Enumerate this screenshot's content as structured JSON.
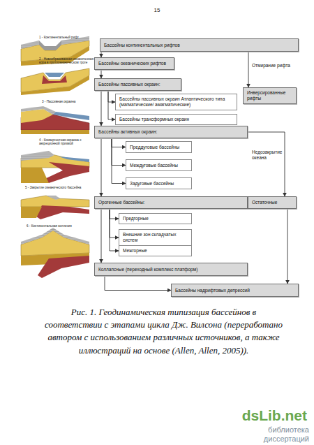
{
  "diagram": {
    "caption": "Рис. 1. Геодинамическая типизация бассейнов в соответствии с этапами цикла Дж. Вилсона (переработано автором с использованием различных источников, а также иллюстраций на основе (Allen, Allen, 2005)).",
    "nodes": [
      {
        "text": [
          "Бассейны континентальных рифтов"
        ]
      },
      {
        "text": [
          "Бассейны океанических рифтов"
        ]
      },
      {
        "text": [
          "Бассейны пассивных окраин:"
        ]
      },
      {
        "text": [
          "Бассейны пассивных окраин Атлантического типа (магматические/ амагматические)"
        ]
      },
      {
        "text": [
          "Бассейны трансформных окраин"
        ]
      },
      {
        "text": [
          "Инверсированные рифты"
        ]
      },
      {
        "text": [
          "Бассейны активных окраин:"
        ]
      },
      {
        "text": [
          "Преддуговые бассейны"
        ]
      },
      {
        "text": [
          "Междуговые бассейны"
        ]
      },
      {
        "text": [
          "Задуговые бассейны"
        ]
      },
      {
        "text": [
          "Орогенные бассейны:"
        ]
      },
      {
        "text": [
          "Остаточные"
        ]
      },
      {
        "text": [
          "Предгорные"
        ]
      },
      {
        "text": [
          "Внешние зон складчатых систем"
        ]
      },
      {
        "text": [
          "Межгорные"
        ]
      },
      {
        "text": [
          "Коллапсные (переходный комплекс платформ)"
        ]
      },
      {
        "text": [
          "Бассейны надрифтовых депрессий"
        ]
      }
    ],
    "edges": [
      {
        "from": 0,
        "to": 1,
        "arrow": "to"
      },
      {
        "from": 1,
        "to": 2,
        "arrow": "to"
      },
      {
        "from": 2,
        "to": 3,
        "arrow": "to"
      },
      {
        "from": 2,
        "to": 4,
        "arrow": "to"
      },
      {
        "from": 0,
        "to": 5,
        "label": "Отмирание рифта",
        "arrow": "to"
      },
      {
        "from": 2,
        "to": 6,
        "arrow": "to"
      },
      {
        "from": 6,
        "to": 7,
        "arrow": "to"
      },
      {
        "from": 6,
        "to": 8,
        "arrow": "to"
      },
      {
        "from": 6,
        "to": 9,
        "arrow": "to"
      },
      {
        "from": 6,
        "to": 10,
        "arrow": "to"
      },
      {
        "from": 6,
        "to": 11,
        "label": "Недозакрытие океана",
        "arrow": "to"
      },
      {
        "from": 10,
        "to": 12,
        "arrow": "to"
      },
      {
        "from": 10,
        "to": 13,
        "arrow": "to"
      },
      {
        "from": 10,
        "to": 14,
        "arrow": "to"
      },
      {
        "from": 10,
        "to": 15,
        "arrow": "to"
      },
      {
        "from": 15,
        "to": 16,
        "arrow": "to"
      },
      {
        "from": 11,
        "to": 16,
        "arrow": "to"
      }
    ],
    "labels": [
      "15",
      "1 - Континентальный рифт",
      "2 - Новообразованная океаническая кора в протоокеаническом троге",
      "3 - Пассивная окраина",
      "4 - Конвергентная окраина с аккреционной призмой",
      "5 - Закрытие океанического бассейна",
      "6 - Континентальная коллизия",
      "dsLib.net",
      "библиотека диссертаций"
    ]
  }
}
